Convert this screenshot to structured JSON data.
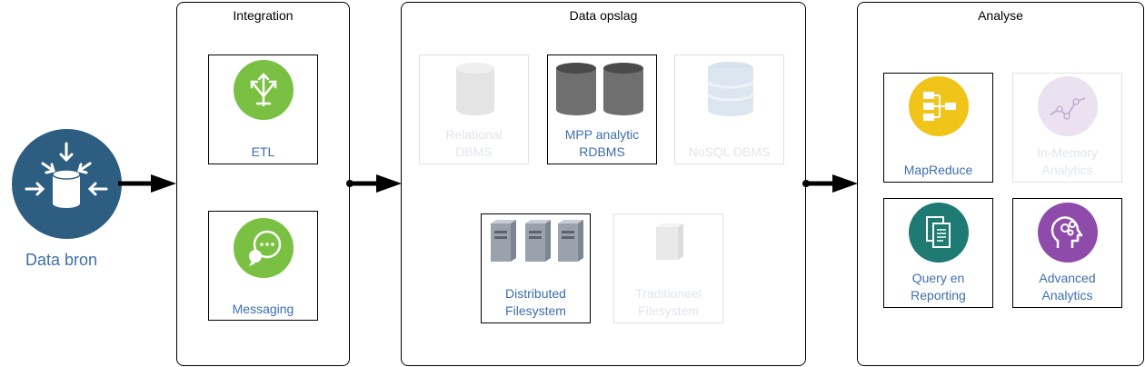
{
  "source": {
    "label": "Data bron"
  },
  "panels": {
    "integration": {
      "title": "Integration",
      "items": [
        {
          "label": "ETL"
        },
        {
          "label": "Messaging"
        }
      ]
    },
    "storage": {
      "title": "Data opslag",
      "items": [
        {
          "label": "Relational\nDBMS"
        },
        {
          "label": "MPP analytic\nRDBMS"
        },
        {
          "label": "NoSQL DBMS"
        },
        {
          "label": "Distributed\nFilesystem"
        },
        {
          "label": "Traditioneel\nFilesystem"
        }
      ]
    },
    "analysis": {
      "title": "Analyse",
      "items": [
        {
          "label": "MapReduce"
        },
        {
          "label": "In-Memory\nAnalytics"
        },
        {
          "label": "Query en\nReporting"
        },
        {
          "label": "Advanced\nAnalytics"
        }
      ]
    }
  },
  "colors": {
    "source_blue": "#2e5d82",
    "etl_green": "#7ac143",
    "mapreduce_yellow": "#f0c419",
    "query_teal": "#1e7a73",
    "advanced_purple": "#8e4baa",
    "label_blue": "#3d6fae"
  }
}
